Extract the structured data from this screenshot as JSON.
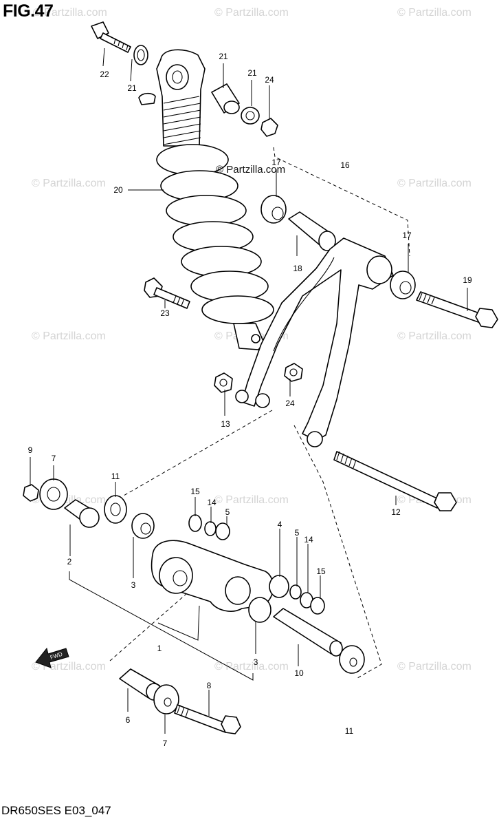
{
  "figure": {
    "title": "FIG.47",
    "model_code": "DR650SES E03_047",
    "brand": "© Partzilla.com",
    "watermark": "© Partzilla.com",
    "fwd_label": "FWD"
  },
  "callouts": [
    {
      "id": "c22",
      "text": "22"
    },
    {
      "id": "c21a",
      "text": "21"
    },
    {
      "id": "c21b",
      "text": "21"
    },
    {
      "id": "c21c",
      "text": "21"
    },
    {
      "id": "c24a",
      "text": "24"
    },
    {
      "id": "c20",
      "text": "20"
    },
    {
      "id": "c17a",
      "text": "17"
    },
    {
      "id": "c16",
      "text": "16"
    },
    {
      "id": "c17b",
      "text": "17"
    },
    {
      "id": "c18",
      "text": "18"
    },
    {
      "id": "c19",
      "text": "19"
    },
    {
      "id": "c23",
      "text": "23"
    },
    {
      "id": "c13",
      "text": "13"
    },
    {
      "id": "c24b",
      "text": "24"
    },
    {
      "id": "c9",
      "text": "9"
    },
    {
      "id": "c7a",
      "text": "7"
    },
    {
      "id": "c11a",
      "text": "11"
    },
    {
      "id": "c15a",
      "text": "15"
    },
    {
      "id": "c14a",
      "text": "14"
    },
    {
      "id": "c5a",
      "text": "5"
    },
    {
      "id": "c12",
      "text": "12"
    },
    {
      "id": "c2",
      "text": "2"
    },
    {
      "id": "c3a",
      "text": "3"
    },
    {
      "id": "c4",
      "text": "4"
    },
    {
      "id": "c5b",
      "text": "5"
    },
    {
      "id": "c14b",
      "text": "14"
    },
    {
      "id": "c15b",
      "text": "15"
    },
    {
      "id": "c1",
      "text": "1"
    },
    {
      "id": "c3b",
      "text": "3"
    },
    {
      "id": "c10",
      "text": "10"
    },
    {
      "id": "c8",
      "text": "8"
    },
    {
      "id": "c6",
      "text": "6"
    },
    {
      "id": "c7b",
      "text": "7"
    },
    {
      "id": "c11b",
      "text": "11"
    }
  ]
}
